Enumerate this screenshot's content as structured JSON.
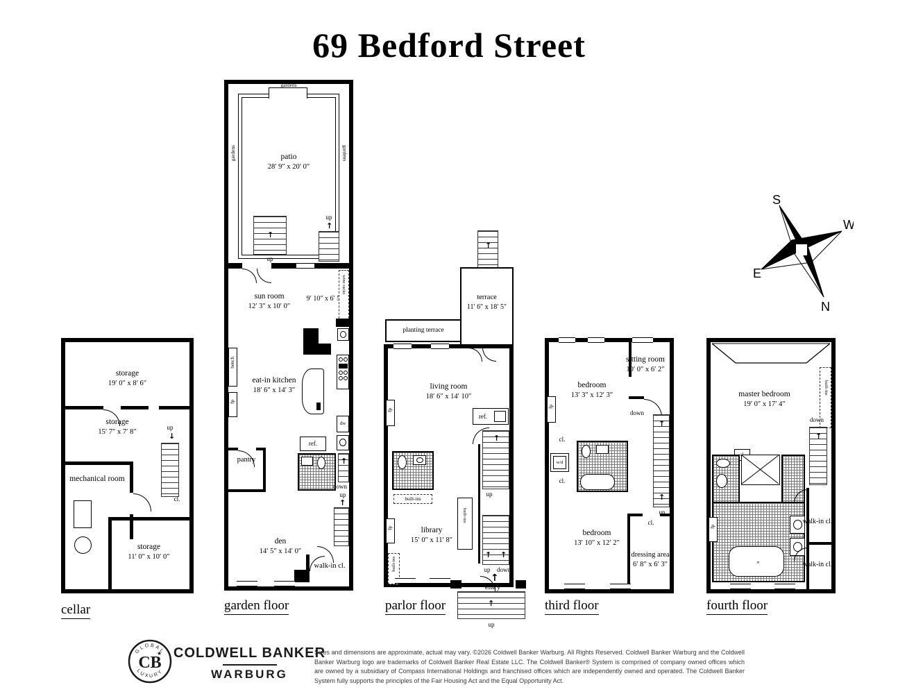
{
  "title": "69 Bedford Street",
  "compass": {
    "n": "N",
    "s": "S",
    "e": "E",
    "w": "W"
  },
  "icons": {
    "up_arrow": "↑",
    "down_arrow": "↓"
  },
  "terms": {
    "up": "up",
    "down": "down",
    "fp": "fp",
    "cl": "cl.",
    "ref": "ref.",
    "dw": "dw",
    "wd": "w/d",
    "built_ins": "built-ins",
    "walk_in_cl": "walk-in cl.",
    "entry": "entry",
    "pantry": "pantry",
    "bench": "bench",
    "wine_racks": "wine racks",
    "gardens": "gardens",
    "planting_terrace": "planting terrace",
    "x": "x"
  },
  "floors": {
    "cellar": {
      "label": "cellar",
      "storage1": {
        "name": "storage",
        "dims": "19′ 0″ x 8′ 6″"
      },
      "storage2": {
        "name": "storage",
        "dims": "15′ 7″ x 7′ 8″"
      },
      "mechanical": {
        "name": "mechanical room"
      },
      "storage3": {
        "name": "storage",
        "dims": "11′ 0″ x 10′ 0″"
      }
    },
    "garden": {
      "label": "garden floor",
      "patio": {
        "name": "patio",
        "dims": "28′ 9″ x 20′ 0″"
      },
      "sun_room": {
        "name": "sun room",
        "dims": "12′ 3″ x 10′ 0″"
      },
      "nook_dims": "9′ 10″ x 6′ 5″",
      "kitchen": {
        "name": "eat-in kitchen",
        "dims": "18′ 6″ x 14′ 3″"
      },
      "den": {
        "name": "den",
        "dims": "14′ 5″ x 14′ 0″"
      }
    },
    "parlor": {
      "label": "parlor floor",
      "terrace": {
        "name": "terrace",
        "dims": "11′ 6″ x 18′ 5″"
      },
      "living": {
        "name": "living room",
        "dims": "18′ 6″ x 14′ 10″"
      },
      "library": {
        "name": "library",
        "dims": "15′ 0″ x 11′ 8″"
      }
    },
    "third": {
      "label": "third floor",
      "bedroom1": {
        "name": "bedroom",
        "dims": "13′ 3″ x 12′ 3″"
      },
      "sitting": {
        "name": "sitting room",
        "dims": "10′ 0″ x 6′ 2″"
      },
      "bedroom2": {
        "name": "bedroom",
        "dims": "13′ 10″ x 12′ 2″"
      },
      "dressing": {
        "name": "dressing area",
        "dims": "6′ 8″ x 6′ 3″"
      }
    },
    "fourth": {
      "label": "fourth floor",
      "master": {
        "name": "master bedroom",
        "dims": "19′ 0″ x 17′ 4″"
      }
    }
  },
  "footer": {
    "logo": {
      "monogram": "CB",
      "ring_top": "GLOBAL",
      "ring_bottom": "LUXURY"
    },
    "brand_line1": "COLDWELL BANKER",
    "brand_line2": "WARBURG",
    "disclaimer": "Sizes and dimensions are approximate, actual may vary. ©2026 Coldwell Banker Warburg. All Rights Reserved. Coldwell Banker Warburg and the Coldwell Banker Warburg logo are trademarks of Coldwell Banker Real Estate LLC. The Coldwell Banker® System is comprised of company owned offices which are owned by a subsidiary of Compass International Holdings and franchised offices which are independently owned and operated. The Coldwell Banker System fully supports the principles of the Fair Housing Act and the Equal Opportunity Act."
  }
}
